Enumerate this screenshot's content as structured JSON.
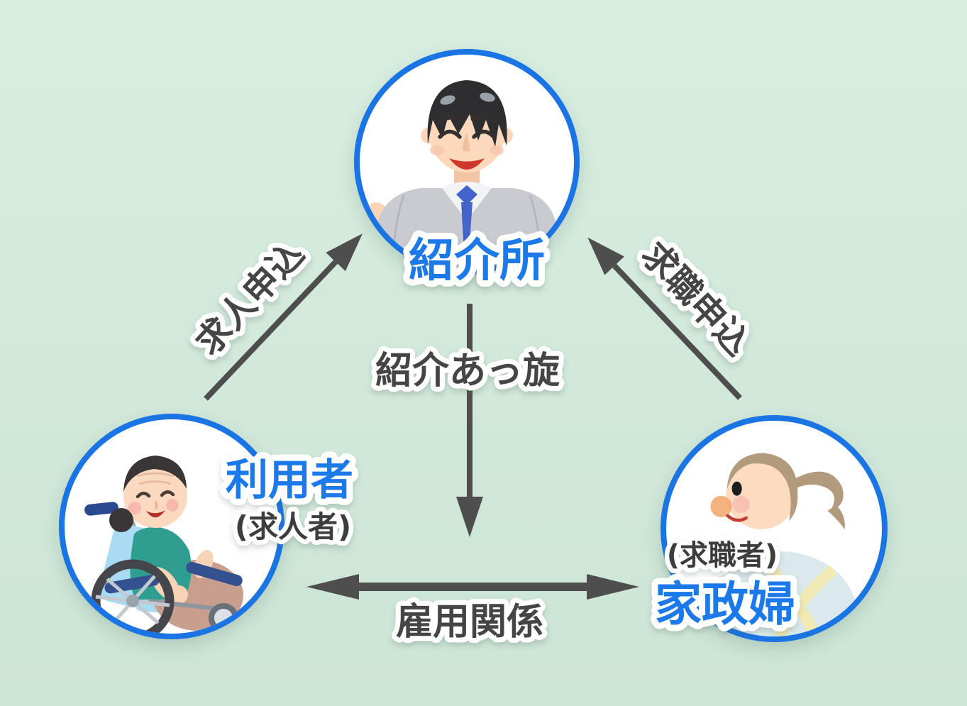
{
  "diagram": {
    "nodes": {
      "agency": {
        "label": "紹介所",
        "illustration": "businessman"
      },
      "user": {
        "label": "利用者",
        "sublabel": "(求人者)",
        "illustration": "elderly-woman-in-wheelchair"
      },
      "housekeeper": {
        "label": "家政婦",
        "sublabel": "(求職者)",
        "illustration": "housekeeper-back-view"
      }
    },
    "arrows": {
      "job_offer": {
        "label": "求人申込",
        "from": "利用者",
        "to": "紹介所"
      },
      "job_seek": {
        "label": "求職申込",
        "from": "家政婦",
        "to": "紹介所"
      },
      "referral": {
        "label": "紹介あっ旋",
        "from": "紹介所",
        "direction": "down"
      },
      "employment": {
        "label": "雇用関係",
        "between": [
          "利用者",
          "家政婦"
        ],
        "bidirectional": true
      }
    },
    "colors": {
      "background": "#d2e9db",
      "circle_border": "#1a74e4",
      "accent_blue": "#1c79ea",
      "label_dark": "#424242",
      "arrow_gray": "#4e4e4e"
    }
  }
}
